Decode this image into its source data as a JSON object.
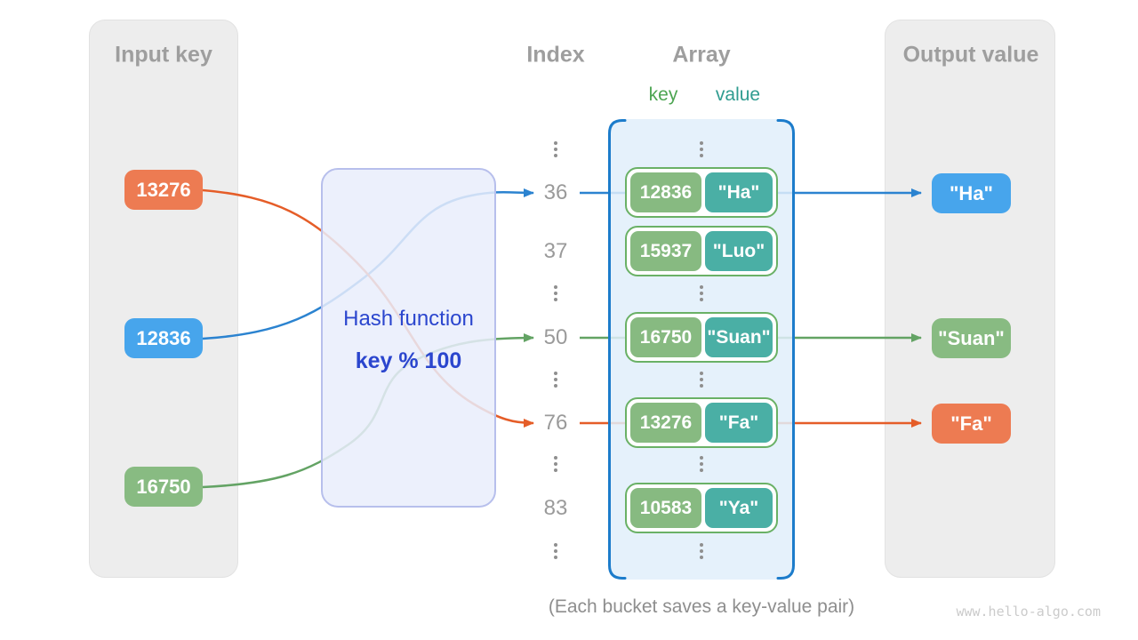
{
  "input_panel": {
    "title": "Input key",
    "keys": [
      {
        "label": "13276",
        "color": "#ED7B52"
      },
      {
        "label": "12836",
        "color": "#47A5EC"
      },
      {
        "label": "16750",
        "color": "#88BB82"
      }
    ]
  },
  "hash_box": {
    "title": "Hash function",
    "formula": "key % 100",
    "fill": "#E9EDFC",
    "border": "#B7BFEC",
    "text_color": "#2B46CE"
  },
  "index_column": {
    "title": "Index",
    "values": [
      "36",
      "37",
      "50",
      "76",
      "83"
    ]
  },
  "array_panel": {
    "title": "Array",
    "key_label": "key",
    "value_label": "value",
    "buckets": [
      {
        "key": "12836",
        "value": "\"Ha\""
      },
      {
        "key": "15937",
        "value": "\"Luo\""
      },
      {
        "key": "16750",
        "value": "\"Suan\""
      },
      {
        "key": "13276",
        "value": "\"Fa\""
      },
      {
        "key": "10583",
        "value": "\"Ya\""
      }
    ],
    "fill": "#E1EFFA",
    "bracket_color": "#1C7CCB",
    "bucket_border": "#6AB166",
    "key_box_color": "#87BA81",
    "value_box_color": "#4AAFA5"
  },
  "output_panel": {
    "title": "Output value",
    "values": [
      {
        "label": "\"Ha\"",
        "color": "#47A5EC"
      },
      {
        "label": "\"Suan\"",
        "color": "#88BB82"
      },
      {
        "label": "\"Fa\"",
        "color": "#ED7B52"
      }
    ]
  },
  "mappings": [
    {
      "input_key": "12836",
      "index": "36",
      "output_value": "\"Ha\"",
      "line_color": "#2B83D0"
    },
    {
      "input_key": "16750",
      "index": "50",
      "output_value": "\"Suan\"",
      "line_color": "#63A364"
    },
    {
      "input_key": "13276",
      "index": "76",
      "output_value": "\"Fa\"",
      "line_color": "#E55D28"
    }
  ],
  "caption": "(Each bucket saves a key-value pair)",
  "watermark": "www.hello-algo.com",
  "colors": {
    "panel_bg": "#EDEDED",
    "heading_gray": "#9E9E9E",
    "index_gray": "#9A9A9A",
    "line_blue": "#2B83D0",
    "line_green": "#63A364",
    "line_orange": "#E55D28"
  }
}
